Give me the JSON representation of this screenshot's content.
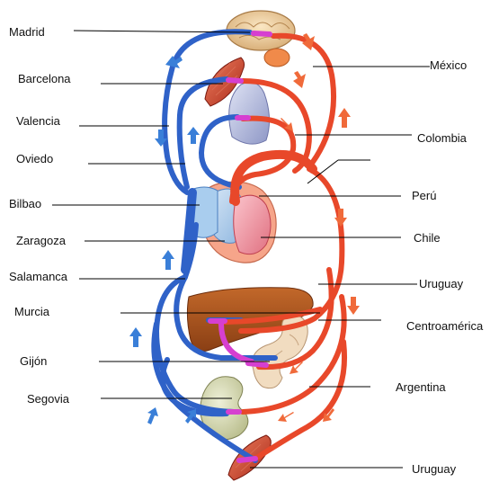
{
  "labels_left": [
    "Madrid",
    "Barcelona",
    "Valencia",
    "Oviedo",
    "Bilbao",
    "Zaragoza",
    "Salamanca",
    "Murcia",
    "Gijón",
    "Segovia"
  ],
  "labels_right": [
    "México",
    "Colombia",
    "Perú",
    "Chile",
    "Uruguay",
    "Centroamérica",
    "Argentina",
    "Uruguay"
  ],
  "colors": {
    "venous": "#2f62c8",
    "arterial": "#e8482a",
    "capillary": "#d63fd0",
    "leader_line": "#000000"
  },
  "icons": [
    "brain-icon",
    "muscle-icon",
    "lung-icon",
    "heart-icon",
    "liver-icon",
    "intestine-icon",
    "kidney-icon",
    "leg-muscle-icon",
    "flow-arrow-icon"
  ]
}
